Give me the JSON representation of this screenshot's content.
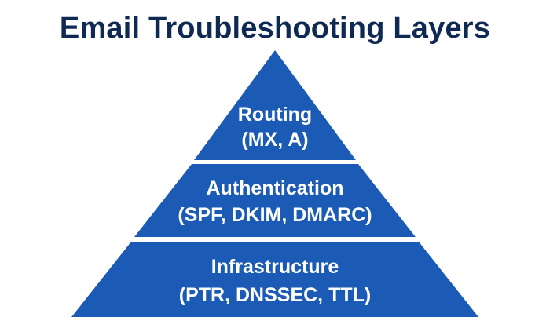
{
  "title": "Email Troubleshooting Layers",
  "colors": {
    "title": "#0f2a52",
    "layer_fill": "#1b5bb5",
    "layer_text": "#ffffff",
    "separator": "#ffffff"
  },
  "layers": [
    {
      "name": "Routing",
      "detail": "(MX, A)"
    },
    {
      "name": "Authentication",
      "detail": "(SPF, DKIM, DMARC)"
    },
    {
      "name": "Infrastructure",
      "detail": "(PTR, DNSSEC, TTL)"
    }
  ]
}
